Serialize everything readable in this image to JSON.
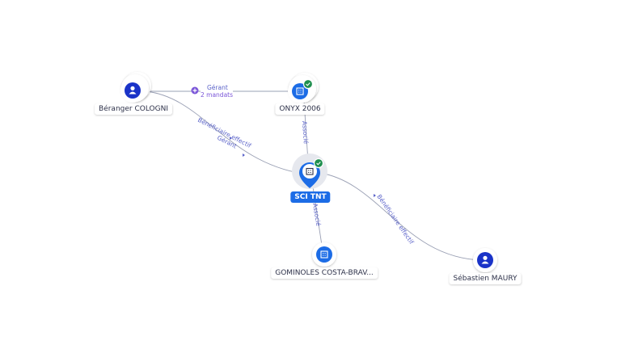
{
  "nodes": {
    "beranger": {
      "label": "Béranger COLOGNI",
      "type": "person"
    },
    "onyx": {
      "label": "ONYX 2006",
      "type": "company",
      "verified": true
    },
    "sci": {
      "label": "SCI TNT",
      "type": "company",
      "verified": true,
      "main": true
    },
    "gominoles": {
      "label": "GOMINOLES COSTA-BRAV...",
      "type": "company"
    },
    "sebastien": {
      "label": "Sébastien MAURY",
      "type": "person"
    }
  },
  "edges": {
    "beranger_onyx": {
      "label": "Gérant",
      "mandates": "2 mandats"
    },
    "beranger_sci": {
      "label1": "Gérant",
      "label2": "Bénéficiaire effectif"
    },
    "onyx_sci": {
      "label": "Associé"
    },
    "sci_gominoles": {
      "label": "Associé"
    },
    "sci_sebastien": {
      "label": "Bénéficiaire effectif"
    }
  },
  "colors": {
    "accent": "#1c6ce6",
    "person": "#1a33c8",
    "verified": "#1f8f4e",
    "edge": "#9aa0b4",
    "edge_text": "#5b63c9",
    "mandate": "#7a55d8"
  }
}
